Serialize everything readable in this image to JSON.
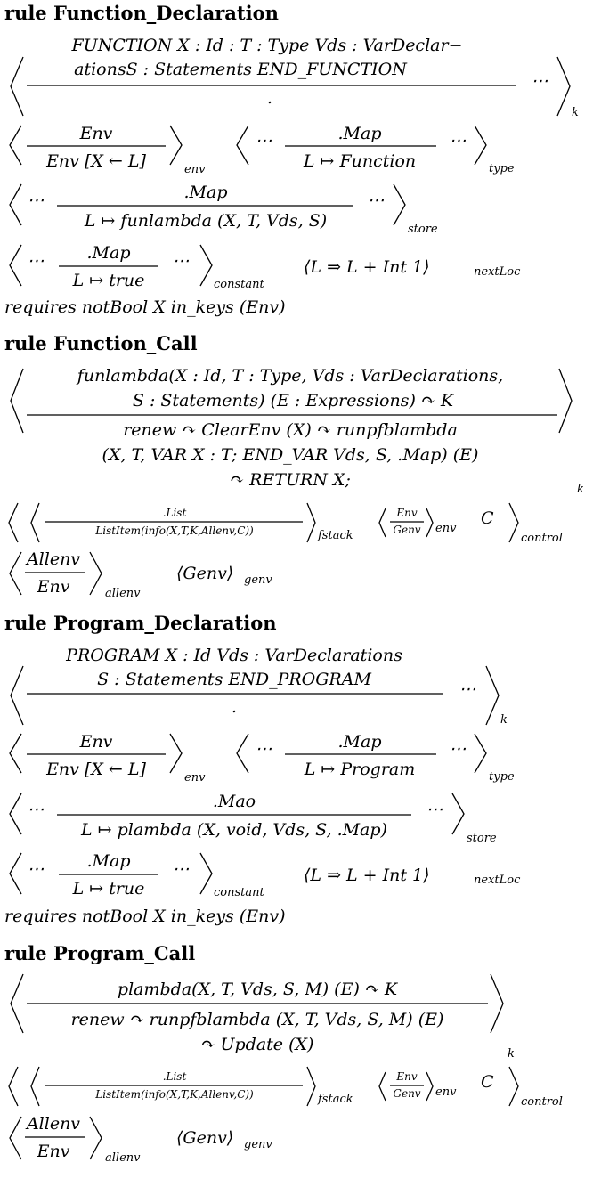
{
  "rules": [
    {
      "title": "rule Function_Declaration",
      "k_top1": "FUNCTION X : Id  :  T : Type Vds : VarDeclar−",
      "k_top2": "ationsS : Statements END_FUNCTION",
      "k_bottom": ".",
      "k_label": "k",
      "env_top": "Env",
      "env_bottom": "Env  [X  ←  L]",
      "env_label": "env",
      "type_top": ".Map",
      "type_bottom": "L  ↦  Function",
      "type_label": "type",
      "store_top": ".Map",
      "store_bottom": "L  ↦ funlambda (X, T, Vds, S)",
      "store_label": "store",
      "const_top": ".Map",
      "const_bottom": "L  ↦  true",
      "const_label": "constant",
      "next": "⟨L  ⇒  L  + Int 1⟩",
      "next_label": "nextLoc",
      "requires": "requires notBool X in_keys (Env)"
    },
    {
      "title": "rule Function_Call",
      "k_top1": "funlambda(X : Id,  T : Type,  Vds : VarDeclarations,",
      "k_top2": "S : Statements) (E : Expressions)  ↷  K",
      "k_bot1": "renew  ↷  ClearEnv (X)  ↷ runpfblambda",
      "k_bot2": "(X, T, VAR X  :  T;  END_VAR Vds, S, .Map) (E)",
      "k_bot3": "↷ RETURN X;",
      "k_label": "k",
      "fstack_top": ".List",
      "fstack_bottom": "ListItem(info(X,T,K,Allenv,C))",
      "fstack_label": "fstack",
      "env_top": "Env",
      "env_bottom": "Genv",
      "env_label": "env",
      "control_c": "C",
      "control_label": "control",
      "allenv_top": "Allenv",
      "allenv_bottom": "Env",
      "allenv_label": "allenv",
      "genv": "⟨Genv⟩",
      "genv_label": "genv"
    },
    {
      "title": "rule Program_Declaration",
      "k_top1": "PROGRAM X : Id Vds : VarDeclarations",
      "k_top2": "S : Statements END_PROGRAM",
      "k_bottom": ".",
      "k_label": "k",
      "env_top": "Env",
      "env_bottom": "Env  [X  ←  L]",
      "env_label": "env",
      "type_top": ".Map",
      "type_bottom": "L  ↦  Program",
      "type_label": "type",
      "store_top": ".Mao",
      "store_bottom": "L  ↦ plambda (X, void, Vds, S, .Map)",
      "store_label": "store",
      "const_top": ".Map",
      "const_bottom": "L  ↦  true",
      "const_label": "constant",
      "next": "⟨L  ⇒  L  + Int 1⟩",
      "next_label": "nextLoc",
      "requires": "requires notBool X in_keys (Env)"
    },
    {
      "title": "rule Program_Call",
      "k_top": "plambda(X, T, Vds, S, M) (E)  ↷  K",
      "k_bot1": "renew  ↷  runpfblambda (X, T, Vds, S, M) (E)",
      "k_bot2": "↷ Update (X)",
      "k_label": "k",
      "fstack_top": ".List",
      "fstack_bottom": "ListItem(info(X,T,K,Allenv,C))",
      "fstack_label": "fstack",
      "env_top": "Env",
      "env_bottom": "Genv",
      "env_label": "env",
      "control_c": "C",
      "control_label": "control",
      "allenv_top": "Allenv",
      "allenv_bottom": "Env",
      "allenv_label": "allenv",
      "genv": "⟨Genv⟩",
      "genv_label": "genv"
    }
  ],
  "dots": "⋯"
}
